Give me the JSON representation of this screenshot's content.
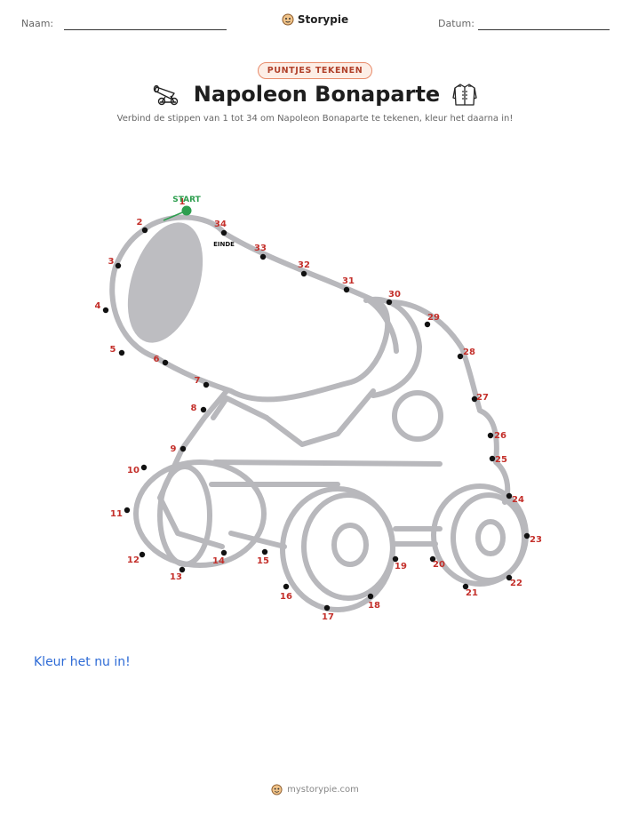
{
  "header": {
    "name_label": "Naam:",
    "date_label": "Datum:",
    "brand": "Storypie"
  },
  "badge": "PUNTJES TEKENEN",
  "title": "Napoleon Bonaparte",
  "instructions": "Verbind de stippen van 1 tot 34 om Napoleon Bonaparte te tekenen, kleur het daarna in!",
  "puzzle": {
    "start_label": "START",
    "end_label": "EINDE",
    "start_color": "#2e9e4f",
    "number_color": "#c4302b",
    "outline_color": "#b8b8bc",
    "dots": [
      {
        "n": "1"
      },
      {
        "n": "2"
      },
      {
        "n": "3"
      },
      {
        "n": "4"
      },
      {
        "n": "5"
      },
      {
        "n": "6"
      },
      {
        "n": "7"
      },
      {
        "n": "8"
      },
      {
        "n": "9"
      },
      {
        "n": "10"
      },
      {
        "n": "11"
      },
      {
        "n": "12"
      },
      {
        "n": "13"
      },
      {
        "n": "14"
      },
      {
        "n": "15"
      },
      {
        "n": "16"
      },
      {
        "n": "17"
      },
      {
        "n": "18"
      },
      {
        "n": "19"
      },
      {
        "n": "20"
      },
      {
        "n": "21"
      },
      {
        "n": "22"
      },
      {
        "n": "23"
      },
      {
        "n": "24"
      },
      {
        "n": "25"
      },
      {
        "n": "26"
      },
      {
        "n": "27"
      },
      {
        "n": "28"
      },
      {
        "n": "29"
      },
      {
        "n": "30"
      },
      {
        "n": "31"
      },
      {
        "n": "32"
      },
      {
        "n": "33"
      },
      {
        "n": "34"
      }
    ]
  },
  "color_prompt": "Kleur het nu in!",
  "footer": "mystorypie.com"
}
